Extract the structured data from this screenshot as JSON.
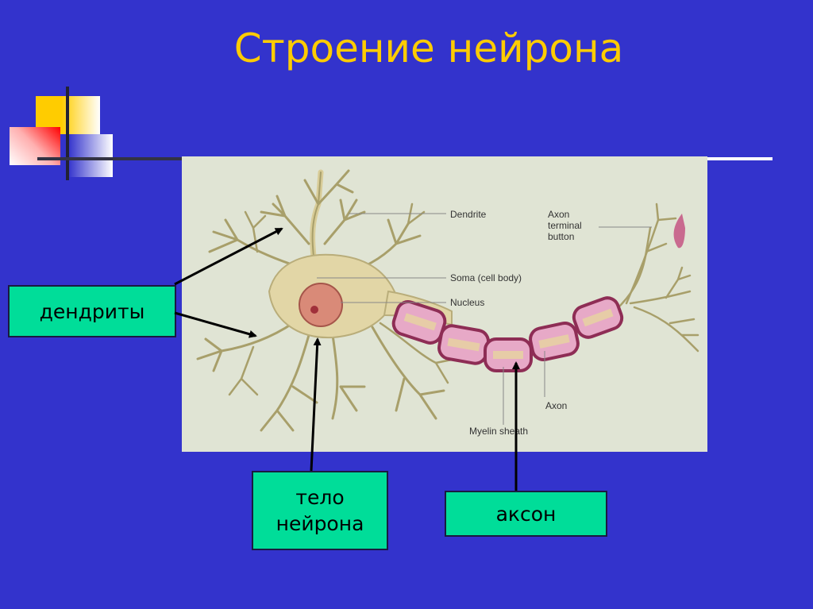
{
  "slide": {
    "title": "Строение нейрона",
    "background_color": "#3333cc",
    "title_color": "#ffcc00"
  },
  "figure": {
    "labels": {
      "dendrite": "Dendrite",
      "axon_terminal": "Axon\nterminal\nbutton",
      "soma": "Soma (cell body)",
      "nucleus": "Nucleus",
      "axon": "Axon",
      "myelin": "Myelin sheath"
    }
  },
  "callouts": {
    "dendrites": "дендриты",
    "body": "тело\nнейрона",
    "axon": "аксон",
    "box_color": "#00dd99"
  }
}
